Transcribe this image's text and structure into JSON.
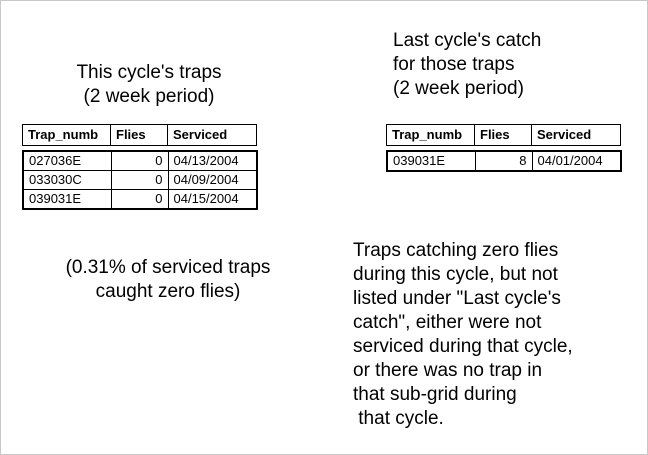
{
  "left_panel": {
    "heading": "This cycle's traps\n(2 week period)",
    "caption": "(0.31% of serviced traps\ncaught zero flies)",
    "table": {
      "columns": [
        "Trap_numb",
        "Flies",
        "Serviced"
      ],
      "rows": [
        {
          "trap_number": "027036E",
          "flies": "0",
          "serviced": "04/13/2004"
        },
        {
          "trap_number": "033030C",
          "flies": "0",
          "serviced": "04/09/2004"
        },
        {
          "trap_number": "039031E",
          "flies": "0",
          "serviced": "04/15/2004"
        }
      ]
    }
  },
  "right_panel": {
    "heading": "Last cycle's catch\nfor those traps\n(2 week period)",
    "caption": "Traps catching zero flies\nduring this cycle, but not\nlisted under \"Last cycle's\ncatch\", either were not\nserviced during that cycle,\nor there was no trap in\nthat sub-grid during\n that cycle.",
    "table": {
      "columns": [
        "Trap_numb",
        "Flies",
        "Serviced"
      ],
      "rows": [
        {
          "trap_number": "039031E",
          "flies": "8",
          "serviced": "04/01/2004"
        }
      ]
    }
  },
  "colors": {
    "background": "#ffffff",
    "text": "#000000",
    "border": "#000000"
  }
}
